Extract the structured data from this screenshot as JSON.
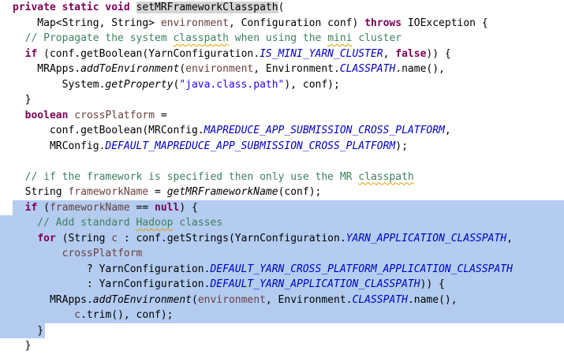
{
  "editor": {
    "lines": [
      [
        {
          "t": "private static void ",
          "c": "kw"
        },
        {
          "t": "setMRFrameworkClasspath",
          "c": "mh"
        },
        {
          "t": "(",
          "c": ""
        }
      ],
      [
        {
          "t": "    Map<String, String> ",
          "c": ""
        },
        {
          "t": "environment",
          "c": "lv"
        },
        {
          "t": ", Configuration conf) ",
          "c": ""
        },
        {
          "t": "throws",
          "c": "kw"
        },
        {
          "t": " IOException {",
          "c": ""
        }
      ],
      [
        {
          "t": "  // Propagate the system ",
          "c": "cm"
        },
        {
          "t": "classpath",
          "c": "cm sq"
        },
        {
          "t": " when using the ",
          "c": "cm"
        },
        {
          "t": "mini",
          "c": "cm sq"
        },
        {
          "t": " cluster",
          "c": "cm"
        }
      ],
      [
        {
          "t": "  ",
          "c": ""
        },
        {
          "t": "if",
          "c": "kw"
        },
        {
          "t": " (conf.getBoolean(YarnConfiguration.",
          "c": ""
        },
        {
          "t": "IS_MINI_YARN_CLUSTER",
          "c": "fd"
        },
        {
          "t": ", ",
          "c": ""
        },
        {
          "t": "false",
          "c": "kw"
        },
        {
          "t": ")) {",
          "c": ""
        }
      ],
      [
        {
          "t": "    MRApps.",
          "c": ""
        },
        {
          "t": "addToEnvironment",
          "c": "mt"
        },
        {
          "t": "(",
          "c": ""
        },
        {
          "t": "environment",
          "c": "lv"
        },
        {
          "t": ", Environment.",
          "c": ""
        },
        {
          "t": "CLASSPATH",
          "c": "fd"
        },
        {
          "t": ".name(),",
          "c": ""
        }
      ],
      [
        {
          "t": "        System.",
          "c": ""
        },
        {
          "t": "getProperty",
          "c": "mt"
        },
        {
          "t": "(",
          "c": ""
        },
        {
          "t": "\"java.class.path\"",
          "c": "st"
        },
        {
          "t": "), conf);",
          "c": ""
        }
      ],
      [
        {
          "t": "  }",
          "c": ""
        }
      ],
      [
        {
          "t": "  ",
          "c": ""
        },
        {
          "t": "boolean",
          "c": "kw"
        },
        {
          "t": " ",
          "c": ""
        },
        {
          "t": "crossPlatform",
          "c": "lv"
        },
        {
          "t": " =",
          "c": ""
        }
      ],
      [
        {
          "t": "      conf.getBoolean(MRConfig.",
          "c": ""
        },
        {
          "t": "MAPREDUCE_APP_SUBMISSION_CROSS_PLATFORM",
          "c": "fd"
        },
        {
          "t": ",",
          "c": ""
        }
      ],
      [
        {
          "t": "      MRConfig.",
          "c": ""
        },
        {
          "t": "DEFAULT_MAPREDUCE_APP_SUBMISSION_CROSS_PLATFORM",
          "c": "fd"
        },
        {
          "t": ");",
          "c": ""
        }
      ],
      [
        {
          "t": "",
          "c": ""
        }
      ],
      [
        {
          "t": "  // if the framework is specified then only use the MR ",
          "c": "cm"
        },
        {
          "t": "classpath",
          "c": "cm sq"
        }
      ],
      [
        {
          "t": "  String ",
          "c": ""
        },
        {
          "t": "frameworkName",
          "c": "lv"
        },
        {
          "t": " = ",
          "c": ""
        },
        {
          "t": "getMRFrameworkName",
          "c": "mt"
        },
        {
          "t": "(conf);",
          "c": ""
        }
      ],
      [
        {
          "t": "  ",
          "c": ""
        },
        {
          "t": "if",
          "c": "kw"
        },
        {
          "t": " (",
          "c": ""
        },
        {
          "t": "frameworkName",
          "c": "lv"
        },
        {
          "t": " == ",
          "c": ""
        },
        {
          "t": "null",
          "c": "kw"
        },
        {
          "t": ") {",
          "c": ""
        }
      ],
      [
        {
          "t": "    // Add standard ",
          "c": "cm"
        },
        {
          "t": "Hadoop",
          "c": "cm sq"
        },
        {
          "t": " classes",
          "c": "cm"
        }
      ],
      [
        {
          "t": "    ",
          "c": ""
        },
        {
          "t": "for",
          "c": "kw"
        },
        {
          "t": " (String ",
          "c": ""
        },
        {
          "t": "c",
          "c": "lv"
        },
        {
          "t": " : conf.getStrings(YarnConfiguration.",
          "c": ""
        },
        {
          "t": "YARN_APPLICATION_CLASSPATH",
          "c": "fd"
        },
        {
          "t": ",",
          "c": ""
        }
      ],
      [
        {
          "t": "        ",
          "c": ""
        },
        {
          "t": "crossPlatform",
          "c": "lv"
        }
      ],
      [
        {
          "t": "            ? YarnConfiguration.",
          "c": ""
        },
        {
          "t": "DEFAULT_YARN_CROSS_PLATFORM_APPLICATION_CLASSPATH",
          "c": "fd"
        }
      ],
      [
        {
          "t": "            : YarnConfiguration.",
          "c": ""
        },
        {
          "t": "DEFAULT_YARN_APPLICATION_CLASSPATH",
          "c": "fd"
        },
        {
          "t": ")) {",
          "c": ""
        }
      ],
      [
        {
          "t": "      MRApps.",
          "c": ""
        },
        {
          "t": "addToEnvironment",
          "c": "mt"
        },
        {
          "t": "(",
          "c": ""
        },
        {
          "t": "environment",
          "c": "lv"
        },
        {
          "t": ", Environment.",
          "c": ""
        },
        {
          "t": "CLASSPATH",
          "c": "fd"
        },
        {
          "t": ".name(),",
          "c": ""
        }
      ],
      [
        {
          "t": "          ",
          "c": ""
        },
        {
          "t": "c",
          "c": "lv"
        },
        {
          "t": ".trim(), conf);",
          "c": ""
        }
      ],
      [
        {
          "t": "    }",
          "c": ""
        }
      ],
      [
        {
          "t": "  }",
          "c": ""
        }
      ]
    ]
  },
  "colors": {
    "keyword": "#7f0055",
    "comment": "#3f7f5f",
    "string": "#2a00ff",
    "static_field": "#0000c0",
    "local_variable": "#6a3e3e",
    "selection": "#b3ccf0",
    "method_highlight": "#d4d4d4",
    "spelling_squiggle": "#e0a000"
  }
}
